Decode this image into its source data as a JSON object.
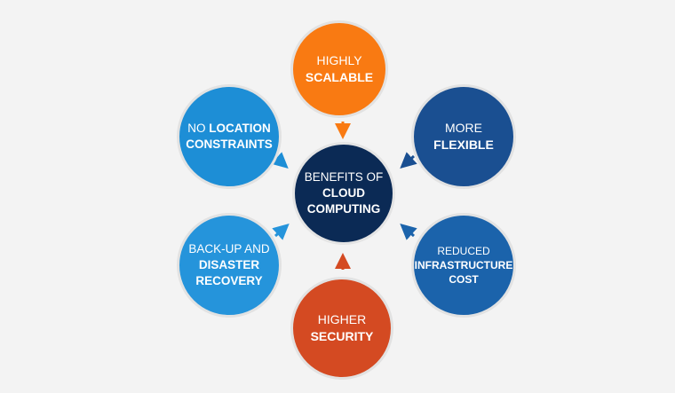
{
  "diagram": {
    "center": {
      "line1": "BENEFITS OF",
      "line2": "CLOUD",
      "line3": "COMPUTING",
      "color": "#0b2a55"
    },
    "top": {
      "line1": "HIGHLY",
      "line2": "SCALABLE",
      "color": "#f97a12"
    },
    "upper_left": {
      "line1_light": "NO ",
      "line1_bold": "LOCATION",
      "line2": "CONSTRAINTS",
      "color": "#1d8ed6"
    },
    "upper_right": {
      "line1": "MORE",
      "line2": "FLEXIBLE",
      "color": "#1a4f91"
    },
    "lower_left": {
      "line1": "BACK-UP AND",
      "line2": "DISASTER",
      "line3": "RECOVERY",
      "color": "#2594db"
    },
    "lower_right": {
      "line1": "REDUCED",
      "line2": "INFRASTRUCTURE",
      "line3": "COST",
      "color": "#1b63ab"
    },
    "bottom": {
      "line1": "HIGHER",
      "line2": "SECURITY",
      "color": "#d44a22"
    },
    "arrow_colors": {
      "top": "#f97a12",
      "upper_left": "#1d8ed6",
      "upper_right": "#1a4f91",
      "lower_left": "#2594db",
      "lower_right": "#1b63ab",
      "bottom": "#d44a22"
    }
  }
}
